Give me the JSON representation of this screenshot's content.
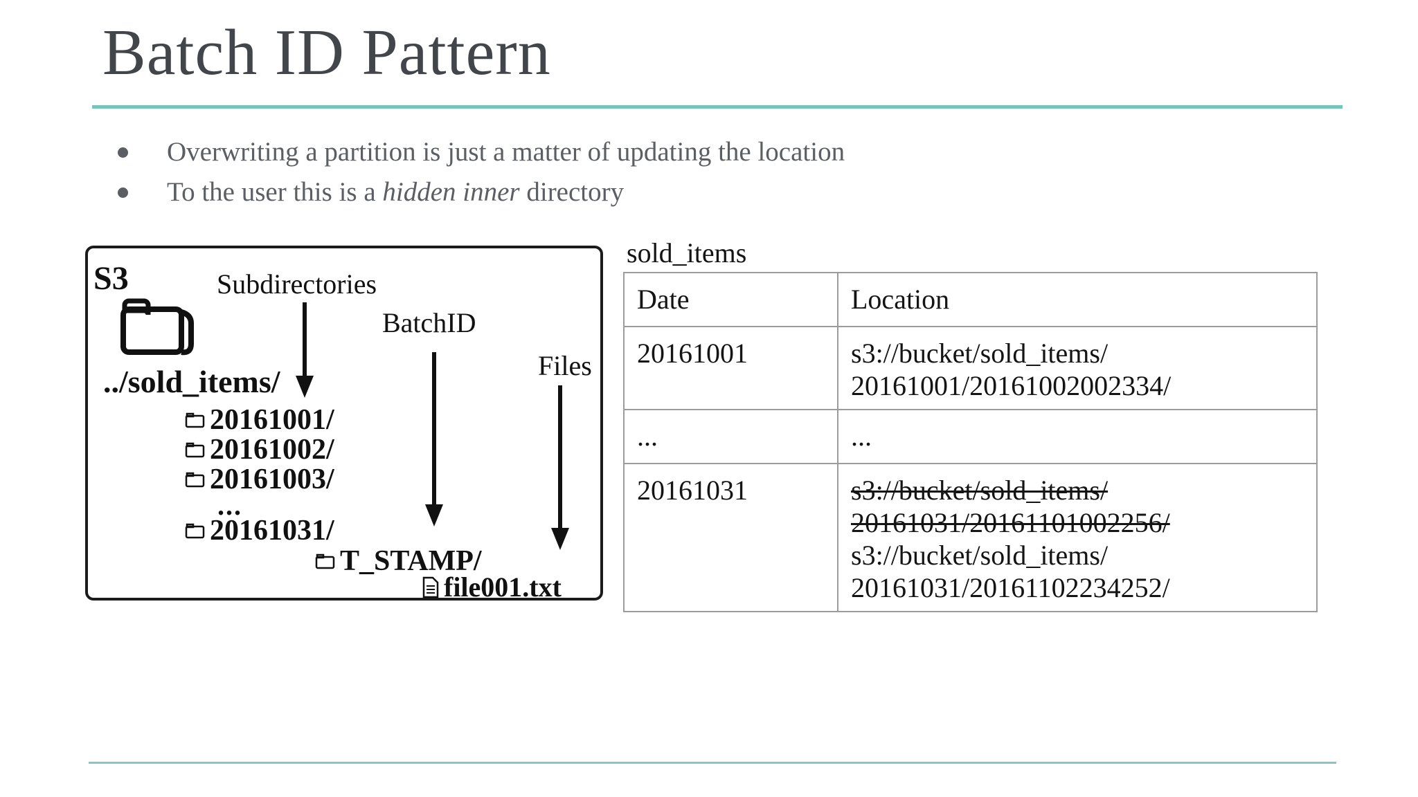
{
  "slide": {
    "title": "Batch ID Pattern",
    "bullets": [
      {
        "pre": "Overwriting a partition is just a matter of updating the location",
        "italic": "",
        "post": ""
      },
      {
        "pre": "To the user this is a ",
        "italic": "hidden inner",
        "post": " directory"
      }
    ],
    "diagram": {
      "s3_label": "S3",
      "subdirectories_label": "Subdirectories",
      "batchid_label": "BatchID",
      "files_label": "Files",
      "root_path": "../sold_items/",
      "dirs": [
        "20161001/",
        "20161002/",
        "20161003/"
      ],
      "ellipsis": "...",
      "last_dir": "20161031/",
      "tstamp_dir": "T_STAMP/",
      "file_name": "file001.txt"
    },
    "table": {
      "caption": "sold_items",
      "headers": [
        "Date",
        "Location"
      ],
      "rows": [
        {
          "date": "20161001",
          "loc": [
            "s3://bucket/sold_items/",
            "20161001/20161002002334/"
          ]
        },
        {
          "date": "...",
          "loc": [
            "..."
          ]
        },
        {
          "date": "20161031",
          "struck": [
            "s3://bucket/sold_items/",
            "20161031/20161101002256/"
          ],
          "loc": [
            "s3://bucket/sold_items/",
            "20161031/20161102234252/"
          ]
        }
      ]
    },
    "colors": {
      "accent_line": "#76c5bc",
      "title_text": "#42464b",
      "body_text": "#5b5f64",
      "diagram_ink": "#111111",
      "table_border": "#9c9c9c"
    }
  }
}
